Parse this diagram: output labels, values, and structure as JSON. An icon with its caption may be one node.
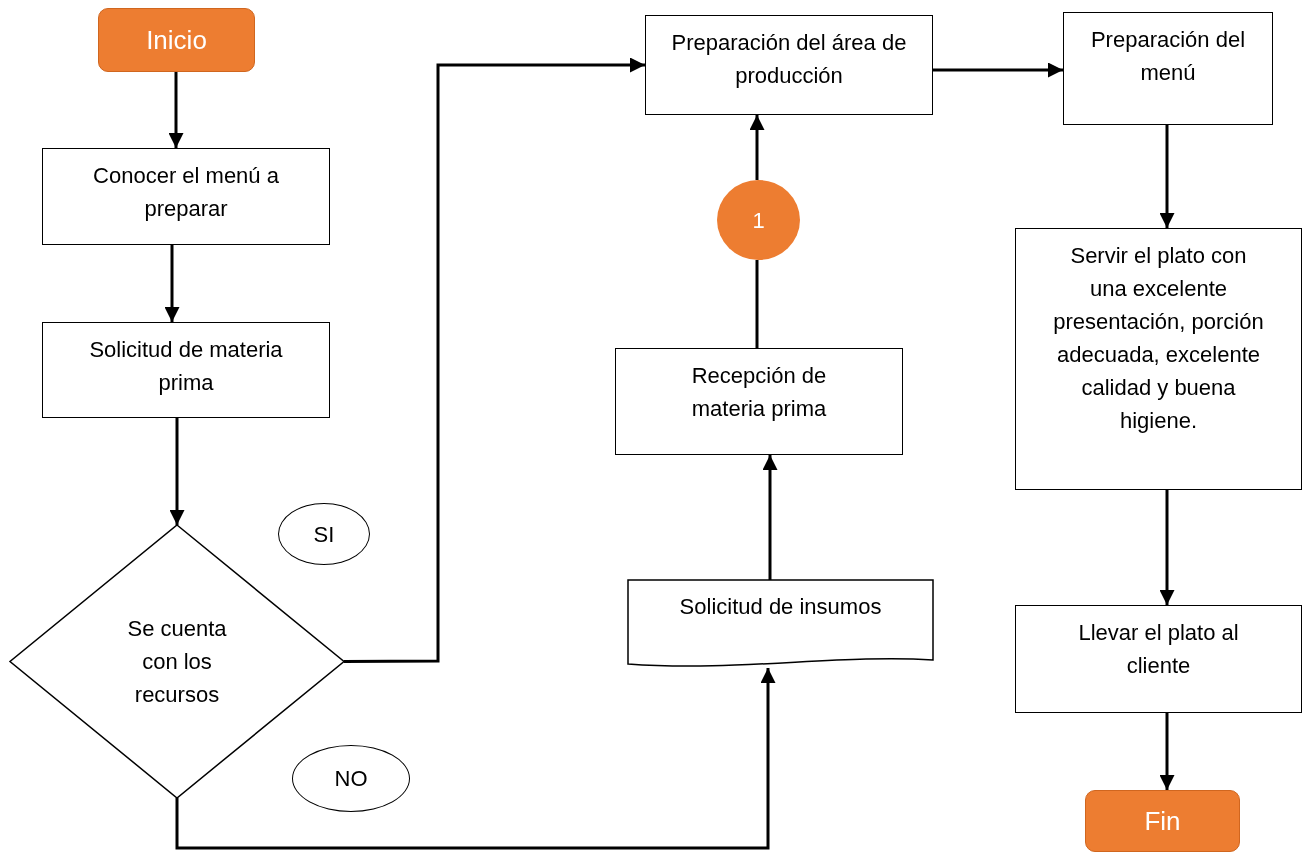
{
  "diagram": {
    "nodes": [
      {
        "text": [
          "Inicio"
        ]
      },
      {
        "text": [
          "Conocer el menú a preparar"
        ]
      },
      {
        "text": [
          "Solicitud de materia prima"
        ]
      },
      {
        "text": [
          "Se cuenta con los recursos"
        ]
      },
      {
        "text": [
          "SI"
        ]
      },
      {
        "text": [
          "NO"
        ]
      },
      {
        "text": [
          "Preparación del área de producción"
        ]
      },
      {
        "text": [
          "1"
        ]
      },
      {
        "text": [
          "Recepción de materia prima"
        ]
      },
      {
        "text": [
          "Solicitud de insumos"
        ]
      },
      {
        "text": [
          "Preparación del menú"
        ]
      },
      {
        "text": [
          "Servir el plato con una excelente presentación, porción adecuada, excelente calidad y buena higiene."
        ]
      },
      {
        "text": [
          "Llevar el plato al cliente"
        ]
      },
      {
        "text": [
          "Fin"
        ]
      }
    ],
    "edges": [
      {
        "from": 0,
        "to": 1,
        "arrow": "to"
      },
      {
        "from": 1,
        "to": 2,
        "arrow": "to"
      },
      {
        "from": 2,
        "to": 3,
        "arrow": "to"
      },
      {
        "from": 3,
        "to": 6,
        "arrow": "to"
      },
      {
        "from": 3,
        "to": 9,
        "arrow": "to"
      },
      {
        "from": 9,
        "to": 8,
        "arrow": "to"
      },
      {
        "from": 8,
        "to": 7,
        "arrow": "none"
      },
      {
        "from": 7,
        "to": 6,
        "arrow": "to"
      },
      {
        "from": 6,
        "to": 10,
        "arrow": "to"
      },
      {
        "from": 10,
        "to": 11,
        "arrow": "to"
      },
      {
        "from": 11,
        "to": 12,
        "arrow": "to"
      },
      {
        "from": 12,
        "to": 13,
        "arrow": "to"
      }
    ]
  }
}
